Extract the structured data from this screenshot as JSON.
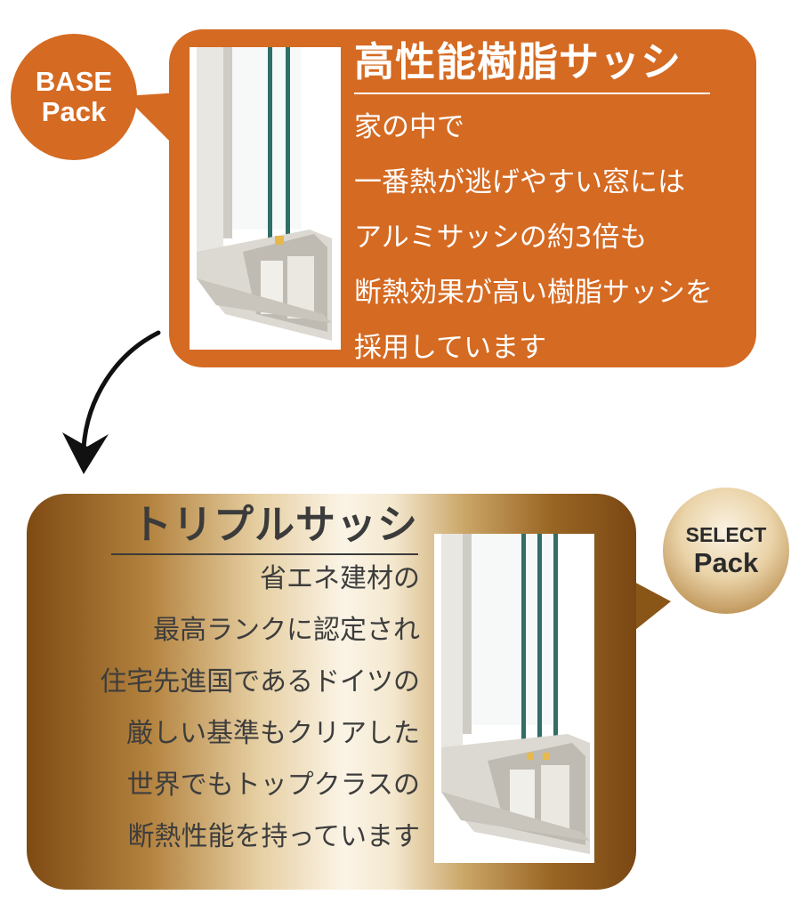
{
  "base": {
    "badge": {
      "line1": "BASE",
      "line2": "Pack"
    },
    "title": "高性能樹脂サッシ",
    "lines": [
      "家の中で",
      "一番熱が逃げやすい窓には",
      "アルミサッシの約3倍も",
      "断熱効果が高い樹脂サッシを",
      "採用しています"
    ],
    "color": "#d56a22"
  },
  "select": {
    "badge": {
      "line1": "SELECT",
      "line2": "Pack"
    },
    "title": "トリプルサッシ",
    "lines": [
      "省エネ建材の",
      "最高ランクに認定され",
      "住宅先進国であるドイツの",
      "厳しい基準もクリアした",
      "世界でもトップクラスの",
      "断熱性能を持っています"
    ],
    "color": "#a8742f"
  }
}
